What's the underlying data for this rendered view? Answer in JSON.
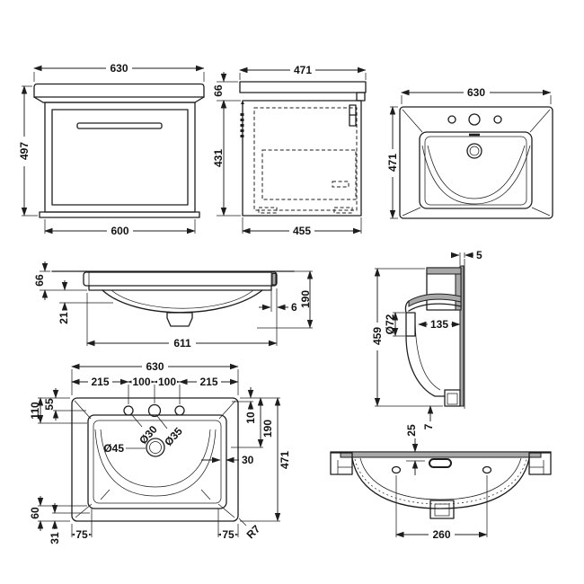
{
  "page": {
    "background": "#ffffff",
    "line_color": "#1d1d1d",
    "hatch_gray": "#a8a8a8",
    "description": "Technical dimension drawing of wall-hung vanity unit with basin"
  },
  "views": {
    "cabinet_front": {
      "dims": {
        "width_top": "630",
        "height": "497",
        "width_bottom": "600"
      }
    },
    "cabinet_side": {
      "dims": {
        "depth_top": "471",
        "worktop_height": "66",
        "body_height": "431",
        "depth_bottom": "455"
      }
    },
    "basin_plan": {
      "dims": {
        "width": "630",
        "depth": "471"
      }
    },
    "basin_front": {
      "dims": {
        "edge_height": "66",
        "rim_drop": "21",
        "width": "611",
        "lip": "6",
        "depth": "190"
      }
    },
    "basin_section": {
      "dims": {
        "wall_gap": "5",
        "height": "459",
        "overflow_dia": "Ø72",
        "mid_depth": "135",
        "base_lip": "7"
      }
    },
    "basin_plan_detail": {
      "dims": {
        "width": "630",
        "tap_left": "215",
        "tap_mid_left": "100",
        "tap_mid_right": "100",
        "tap_right": "215",
        "back_edge": "110",
        "hole_centres": "55",
        "rim": "10",
        "waste_centre": "190",
        "depth": "471",
        "deck": "30",
        "tap_dia_outer": "Ø30",
        "tap_dia_centre": "Ø35",
        "waste_dia": "Ø45",
        "front_1": "60",
        "front_2": "31",
        "corner_left": "75",
        "corner_right": "75",
        "radius": "R7"
      }
    },
    "basin_bottom": {
      "dims": {
        "overflow_offset": "25",
        "fixing_centres": "260"
      }
    }
  }
}
